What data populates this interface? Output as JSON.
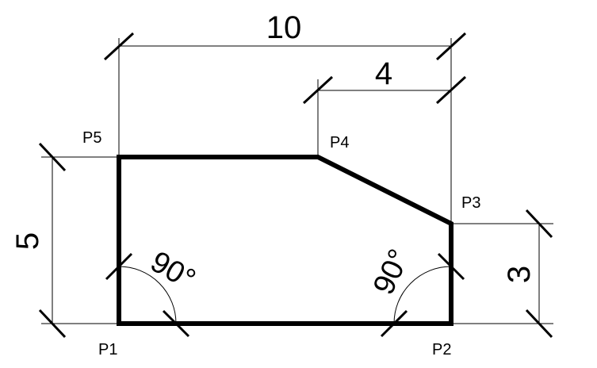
{
  "points": {
    "p1": "P1",
    "p2": "P2",
    "p3": "P3",
    "p4": "P4",
    "p5": "P5"
  },
  "dimensions": {
    "top_width": "10",
    "top_offset": "4",
    "left_height": "5",
    "right_height": "3"
  },
  "angles": {
    "bottom_left": "90°",
    "bottom_right": "90°"
  }
}
